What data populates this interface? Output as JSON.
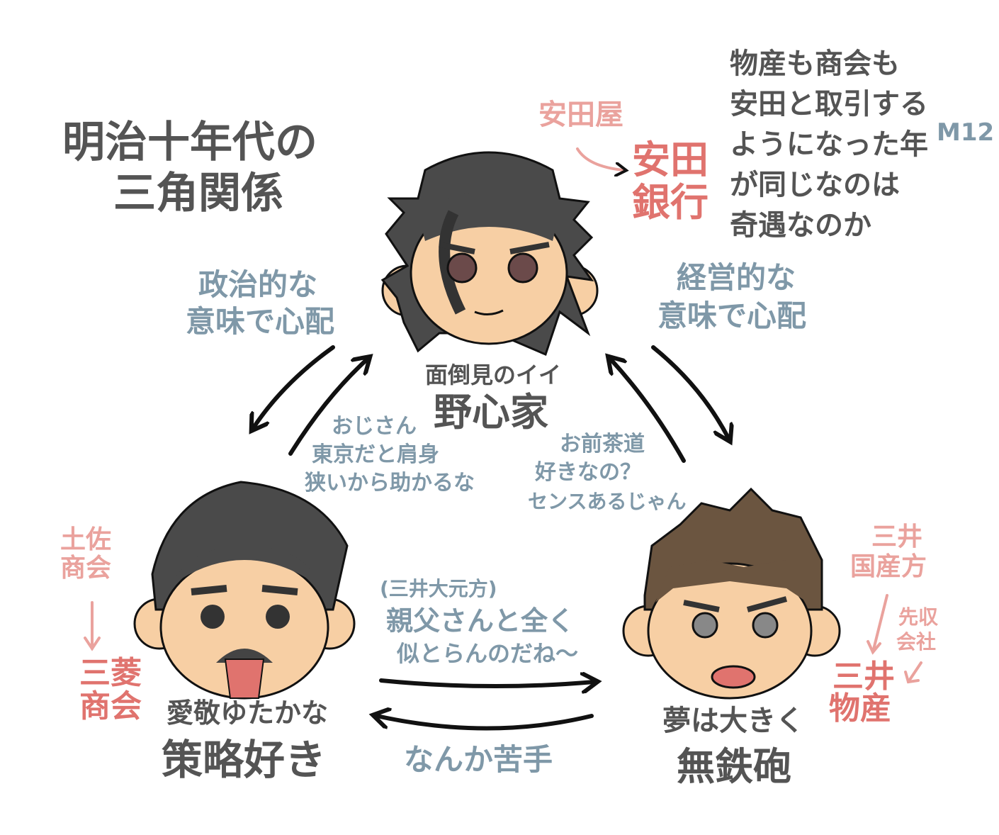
{
  "title": {
    "line1": "明治十年代の",
    "line2": "三角関係"
  },
  "top_note": {
    "lines": [
      "物産も商会も",
      "安田と取引する",
      "ようになった年",
      "が同じなのは",
      "奇遇なのか"
    ],
    "annotation": "M12"
  },
  "yasuda": {
    "old_name": "安田屋",
    "new_name_line1": "安田",
    "new_name_line2": "銀行"
  },
  "top_character": {
    "trait": "面倒見のイイ",
    "label": "野心家"
  },
  "left_character": {
    "trait": "愛敬ゆたかな",
    "label": "策略好き",
    "company_old_line1": "土佐",
    "company_old_line2": "商会",
    "company_new_line1": "三菱",
    "company_new_line2": "商会"
  },
  "right_character": {
    "trait": "夢は大きく",
    "label": "無鉄砲",
    "company_old_line1": "三井",
    "company_old_line2": "国産方",
    "company_mid_line1": "先収",
    "company_mid_line2": "会社",
    "company_new_line1": "三井",
    "company_new_line2": "物産"
  },
  "relations": {
    "top_to_left": {
      "line1": "政治的な",
      "line2": "意味で心配"
    },
    "top_to_right": {
      "line1": "経営的な",
      "line2": "意味で心配"
    },
    "left_to_top": {
      "line1": "おじさん",
      "line2": "東京だと肩身",
      "line3": "狭いから助かるな"
    },
    "right_to_top": {
      "line1": "お前茶道",
      "line2": "好きなの？",
      "line3": "センスあるじゃん"
    },
    "left_to_right": {
      "line1": "(三井大元方)",
      "line2": "親父さんと全く",
      "line3": "似とらんのだね〜"
    },
    "right_to_left": {
      "line1": "なんか苦手"
    }
  },
  "colors": {
    "text": "#545454",
    "comment": "#7f98a8",
    "company_old": "#eaa29d",
    "company_new": "#e0736e",
    "skin": "#f7cfa4"
  }
}
